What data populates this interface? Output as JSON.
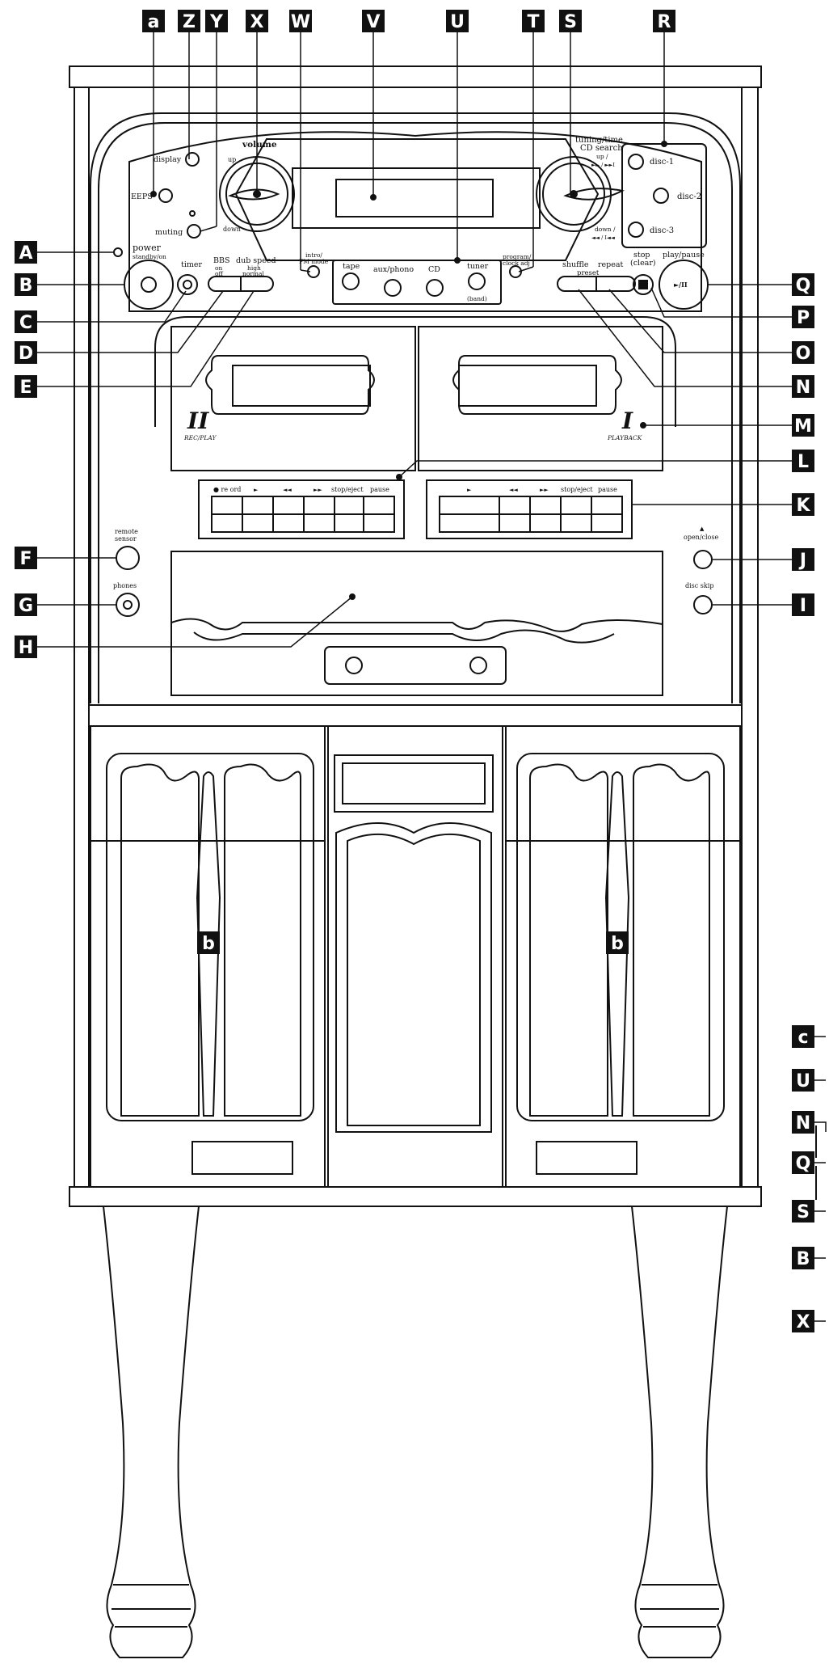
{
  "callouts": {
    "a": "a",
    "Z": "Z",
    "Y": "Y",
    "X": "X",
    "W": "W",
    "V": "V",
    "U": "U",
    "T": "T",
    "S": "S",
    "R": "R",
    "A": "A",
    "B": "B",
    "C": "C",
    "D": "D",
    "E": "E",
    "F": "F",
    "G": "G",
    "H": "H",
    "I": "I",
    "J": "J",
    "K": "K",
    "L": "L",
    "M": "M",
    "N": "N",
    "O": "O",
    "P": "P",
    "Q": "Q",
    "b": "b",
    "c": "c"
  },
  "labels": {
    "display": "display",
    "eeps": "EEPS",
    "volume": "volume",
    "up": "up",
    "down": "down",
    "muting": "muting",
    "power": "power",
    "standby_on": "standby/on",
    "timer": "timer",
    "bbs": "BBS",
    "on": "on",
    "off": "off",
    "dub_speed": "dub speed",
    "high": "high",
    "normal": "normal",
    "intro_fm_mode_1": "intro/",
    "intro_fm_mode_2": "FM mode",
    "tape": "tape",
    "aux_phono": "aux/phono",
    "cd": "CD",
    "tuner": "tuner",
    "band": "(band)",
    "program_1": "program/",
    "program_2": "clock adj",
    "tuning_1": "tuning/time",
    "tuning_2": "CD search",
    "tuning_up": "up /",
    "tuning_down": "down /",
    "ff_skip": "►► / ►►I",
    "rew_skip": "◄◄ / I◄◄",
    "disc1": "disc-1",
    "disc2": "disc-2",
    "disc3": "disc-3",
    "shuffle": "shuffle",
    "preset": "preset",
    "repeat": "repeat",
    "stop": "stop",
    "clear": "(clear)",
    "play_pause": "play/pause",
    "play_pause_symbol": "►/II",
    "deck2_numeral": "II",
    "deck2_caption": "REC/PLAY",
    "deck1_numeral": "I",
    "deck1_caption": "PLAYBACK",
    "k_record": "● re  ord",
    "k_play": "►",
    "k_rew": "◄◄",
    "k_ff": "►►",
    "k_stop_eject": "stop/eject",
    "k_pause": "pause",
    "remote_sensor_1": "remote",
    "remote_sensor_2": "sensor",
    "phones": "phones",
    "open_close": "open/close",
    "eject_symbol": "▲",
    "disc_skip": "disc skip"
  }
}
